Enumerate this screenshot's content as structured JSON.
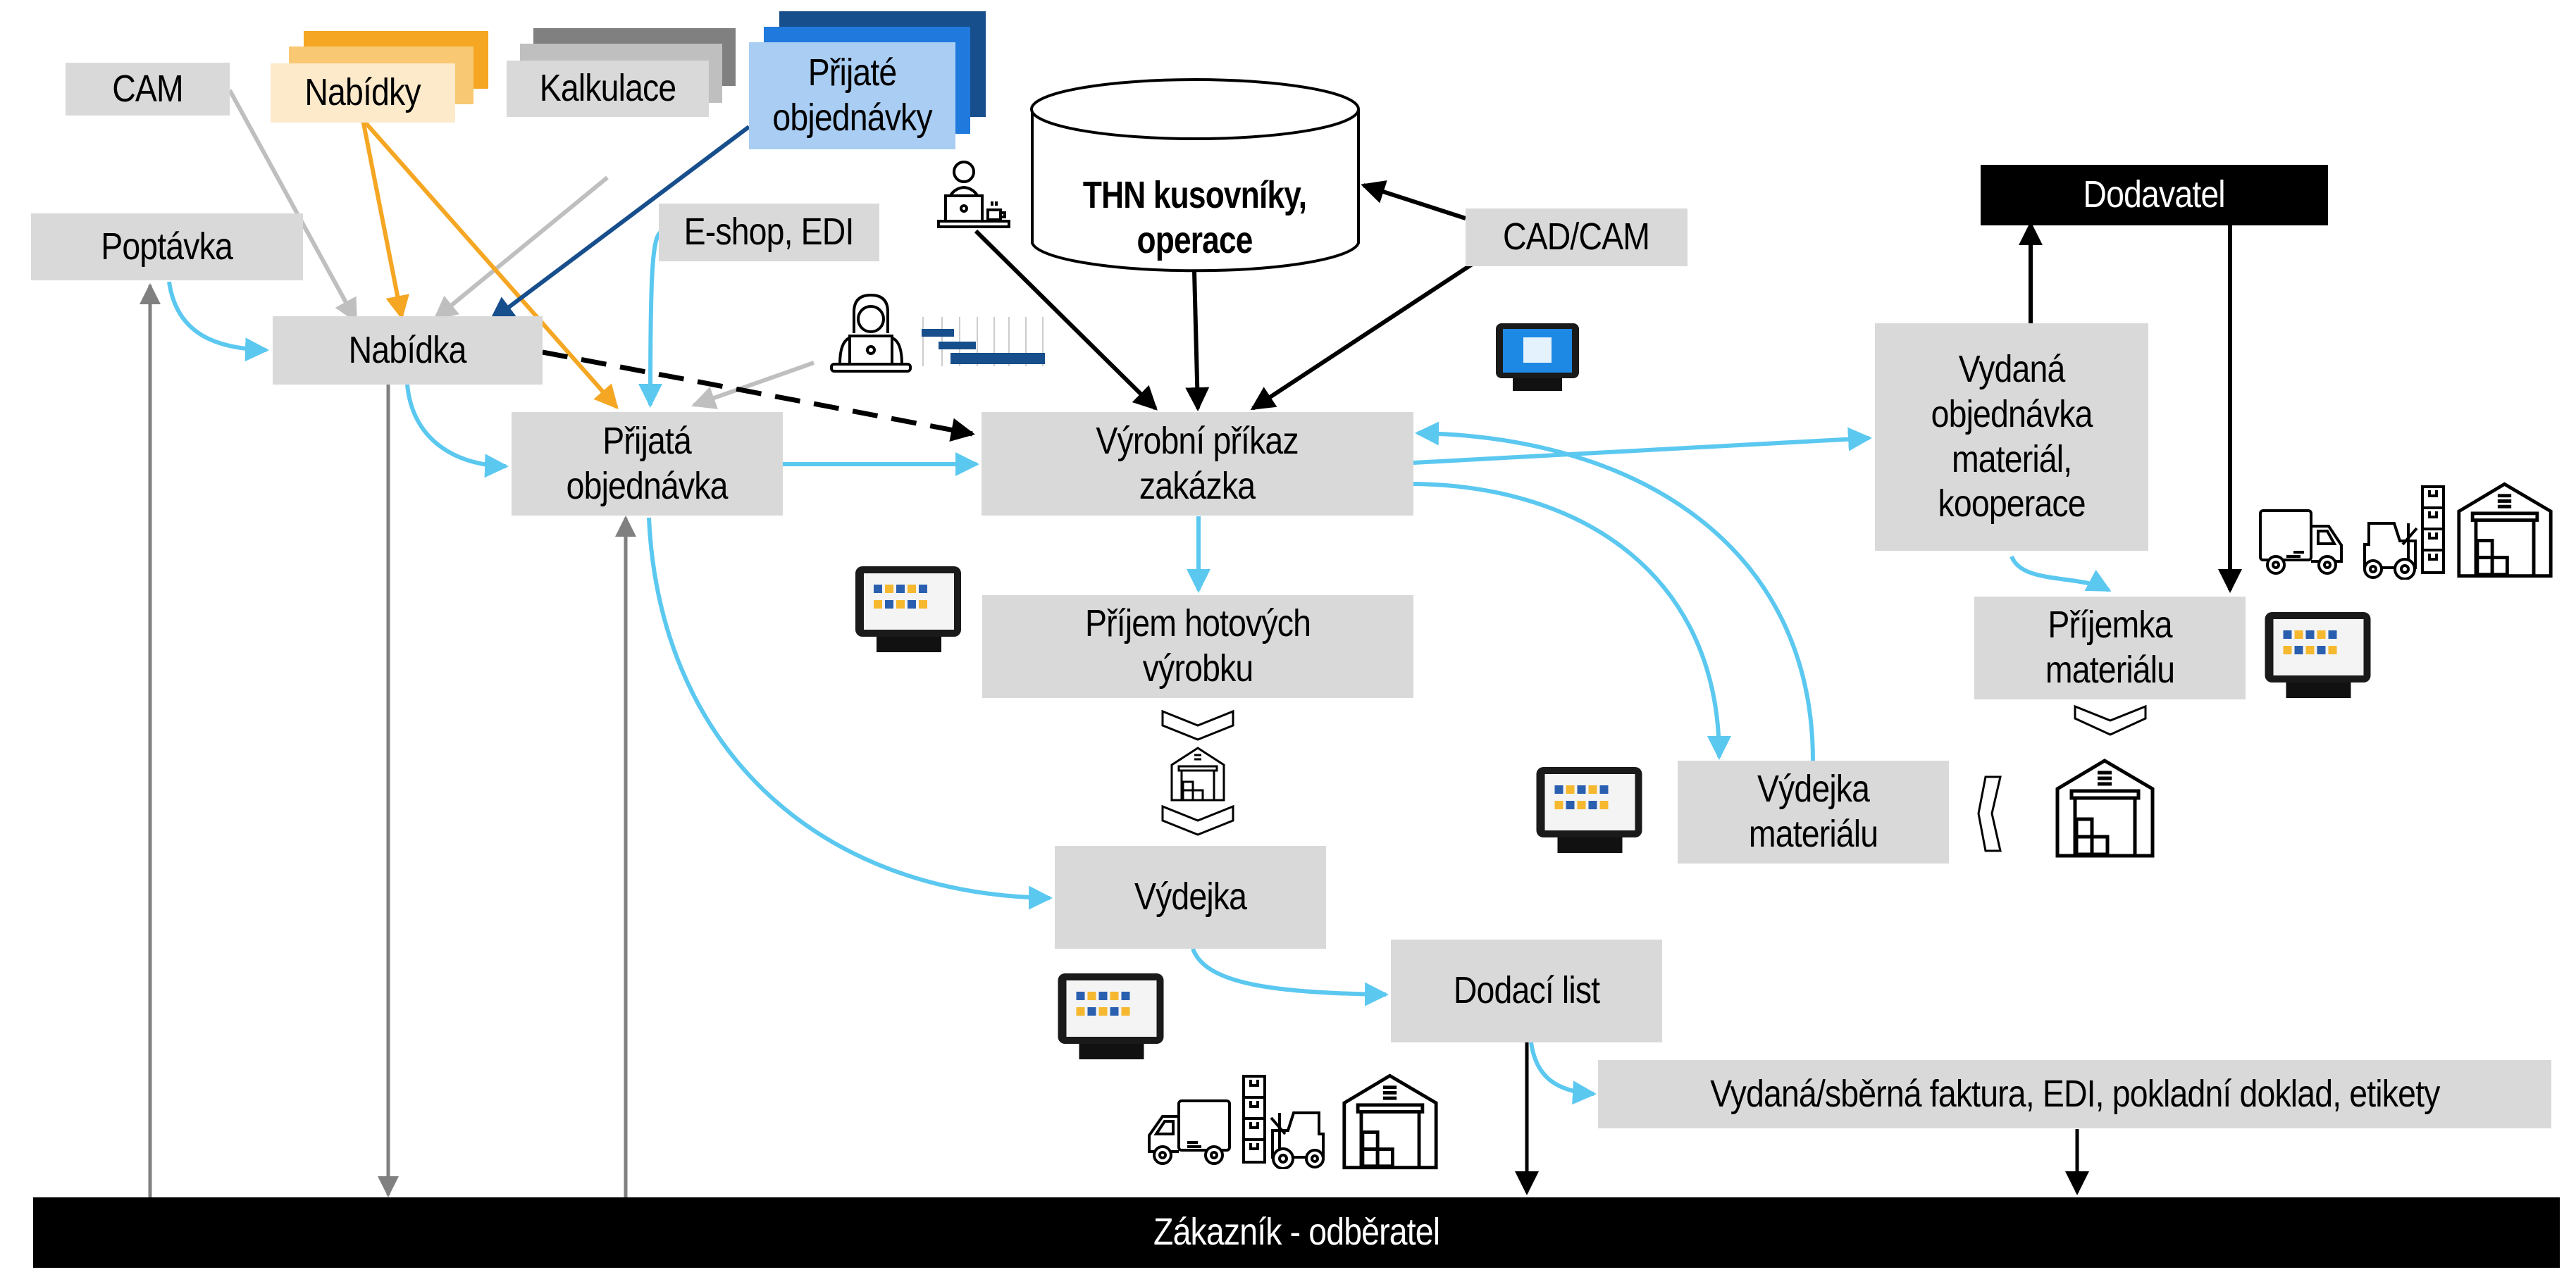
{
  "diagram": {
    "title": "Process flow diagram – sales, production, warehouse",
    "colors": {
      "box_fill": "#d9d9d9",
      "flow_arrow": "#5bc8f0",
      "gray_arrow": "#bfbfbf",
      "dark_gray_arrow": "#808080",
      "orange_arrow": "#f5a623",
      "navy_arrow": "#174e8c",
      "black": "#000000",
      "nabidky_front": "#fdeacb",
      "nabidky_mid": "#f9c872",
      "nabidky_back": "#f5a623",
      "kalkulace_front": "#d9d9d9",
      "kalkulace_mid": "#bfbfbf",
      "kalkulace_back": "#808080",
      "prijate_front": "#a9cdf3",
      "prijate_mid": "#2079dd",
      "prijate_back": "#174e8c"
    },
    "nodes": {
      "cam": "CAM",
      "nabidky": "Nabídky",
      "kalkulace": "Kalkulace",
      "prijate_objednavky": "Přijaté\nobjednávky",
      "poptavka": "Poptávka",
      "eshop_edi": "E-shop, EDI",
      "thn": "THN kusovníky,\noperace",
      "cad_cam": "CAD/CAM",
      "dodavatel": "Dodavatel",
      "nabidka": "Nabídka",
      "prijata_objednavka": "Přijatá\nobjednávka",
      "vyrobni_prikaz": "Výrobní příkaz\nzakázka",
      "vydana_objednavka": "Vydaná\nobjednávka\nmateriál,\nkooperace",
      "prijem_hotovych": "Příjem hotových\nvýrobku",
      "prijemka_materialu": "Příjemka\nmateriálu",
      "vydejka_materialu": "Výdejka\nmateriálu",
      "vydejka": "Výdejka",
      "dodaci_list": "Dodací list",
      "faktura": "Vydaná/sběrná faktura, EDI, pokladní doklad, etikety",
      "zakaznik": "Zákazník - odběratel"
    },
    "icons": [
      "person-laptop-icon",
      "person-planner-icon",
      "gantt-chart-icon",
      "tablet-terminal-icon",
      "truck-icon",
      "forklift-icon",
      "warehouse-icon",
      "chevron-down-icon",
      "chevron-left-icon"
    ]
  }
}
